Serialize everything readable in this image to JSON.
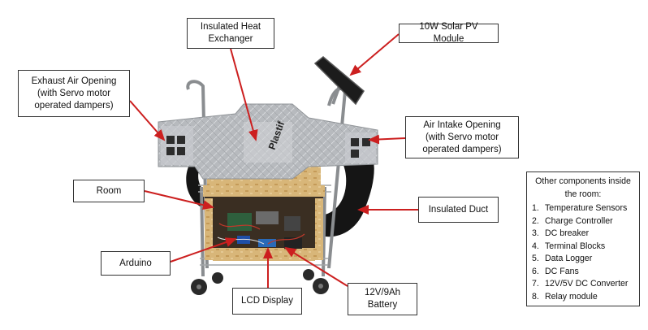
{
  "labels": {
    "heat_exchanger": "Insulated Heat\nExchanger",
    "solar_pv": "10W Solar PV Module",
    "exhaust": "Exhaust Air Opening\n(with Servo motor\noperated dampers)",
    "intake": "Air Intake Opening\n(with Servo motor\noperated dampers)",
    "room": "Room",
    "duct": "Insulated Duct",
    "arduino": "Arduino",
    "lcd": "LCD Display",
    "battery": "12V/9Ah\nBattery"
  },
  "components": {
    "title": "Other components inside\nthe room:",
    "items": [
      {
        "num": "1.",
        "text": "Temperature Sensors"
      },
      {
        "num": "2.",
        "text": "Charge Controller"
      },
      {
        "num": "3.",
        "text": "DC breaker"
      },
      {
        "num": "4.",
        "text": "Terminal Blocks"
      },
      {
        "num": "5.",
        "text": "Data Logger"
      },
      {
        "num": "6.",
        "text": "DC Fans"
      },
      {
        "num": "7.",
        "text": "12V/5V DC Converter"
      },
      {
        "num": "8.",
        "text": "Relay module"
      }
    ]
  },
  "photo_logo_text": "Plastif",
  "colors": {
    "arrow": "#cc1f1f",
    "foil": "#b9bcc0",
    "cart": "#8a8d90",
    "wood": "#d9b77a",
    "duct": "#1a1a1a"
  }
}
